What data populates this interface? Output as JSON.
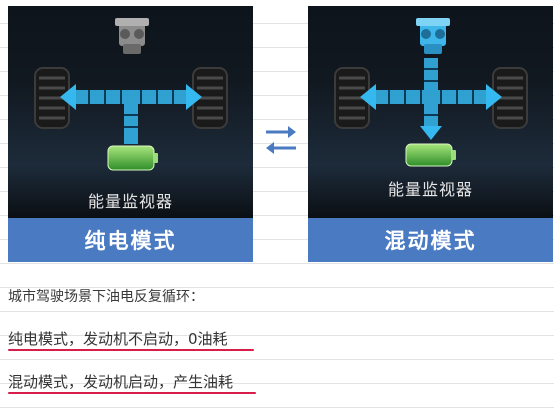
{
  "panels": [
    {
      "monitor_label": "能量监视器",
      "mode_label": "纯电模式"
    },
    {
      "monitor_label": "能量监视器",
      "mode_label": "混动模式"
    }
  ],
  "swap_icon": "swap-arrows-icon",
  "colors": {
    "mode_bar": "#4a7ac2",
    "flow_arrow": "#35b8f0",
    "battery": "#5cc24a",
    "underline": "#d81d4a"
  },
  "notes": {
    "title": "城市驾驶场景下油电反复循环：",
    "line1": "纯电模式，发动机不启动，0油耗",
    "line2": "混动模式，发动机启动，产生油耗"
  }
}
